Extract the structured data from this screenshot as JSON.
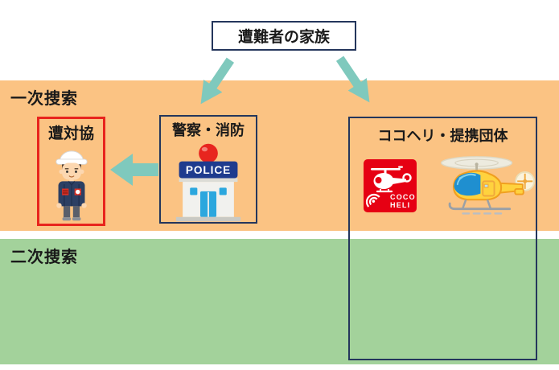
{
  "family_box": {
    "label": "遭難者の家族"
  },
  "bands": {
    "primary": {
      "label": "一次捜索"
    },
    "secondary": {
      "label": "二次捜索"
    }
  },
  "nodes": {
    "sotaikyo": {
      "label": "遭対協"
    },
    "police_fire": {
      "label": "警察・消防",
      "building_sign": "POLICE"
    },
    "cocoheli": {
      "label": "ココヘリ・提携団体",
      "logo_line1": "COCO",
      "logo_line2": "HELI"
    }
  },
  "icons": {
    "arrows": [
      "arrow-family-to-police",
      "arrow-family-to-cocoheli",
      "arrow-police-to-sotaikyo"
    ],
    "illustrations": [
      "rescue-worker-icon",
      "police-station-icon",
      "cocoheli-logo-icon",
      "helicopter-icon"
    ]
  },
  "colors": {
    "primary_band": "#fbc383",
    "secondary_band": "#a3d29b",
    "arrow": "#7fc9bd",
    "navy_border": "#24365c",
    "red_border": "#e8241d",
    "cocoheli_red": "#e60013",
    "police_sign_blue": "#1e3b8e",
    "helicopter_yellow": "#ffd23e"
  }
}
